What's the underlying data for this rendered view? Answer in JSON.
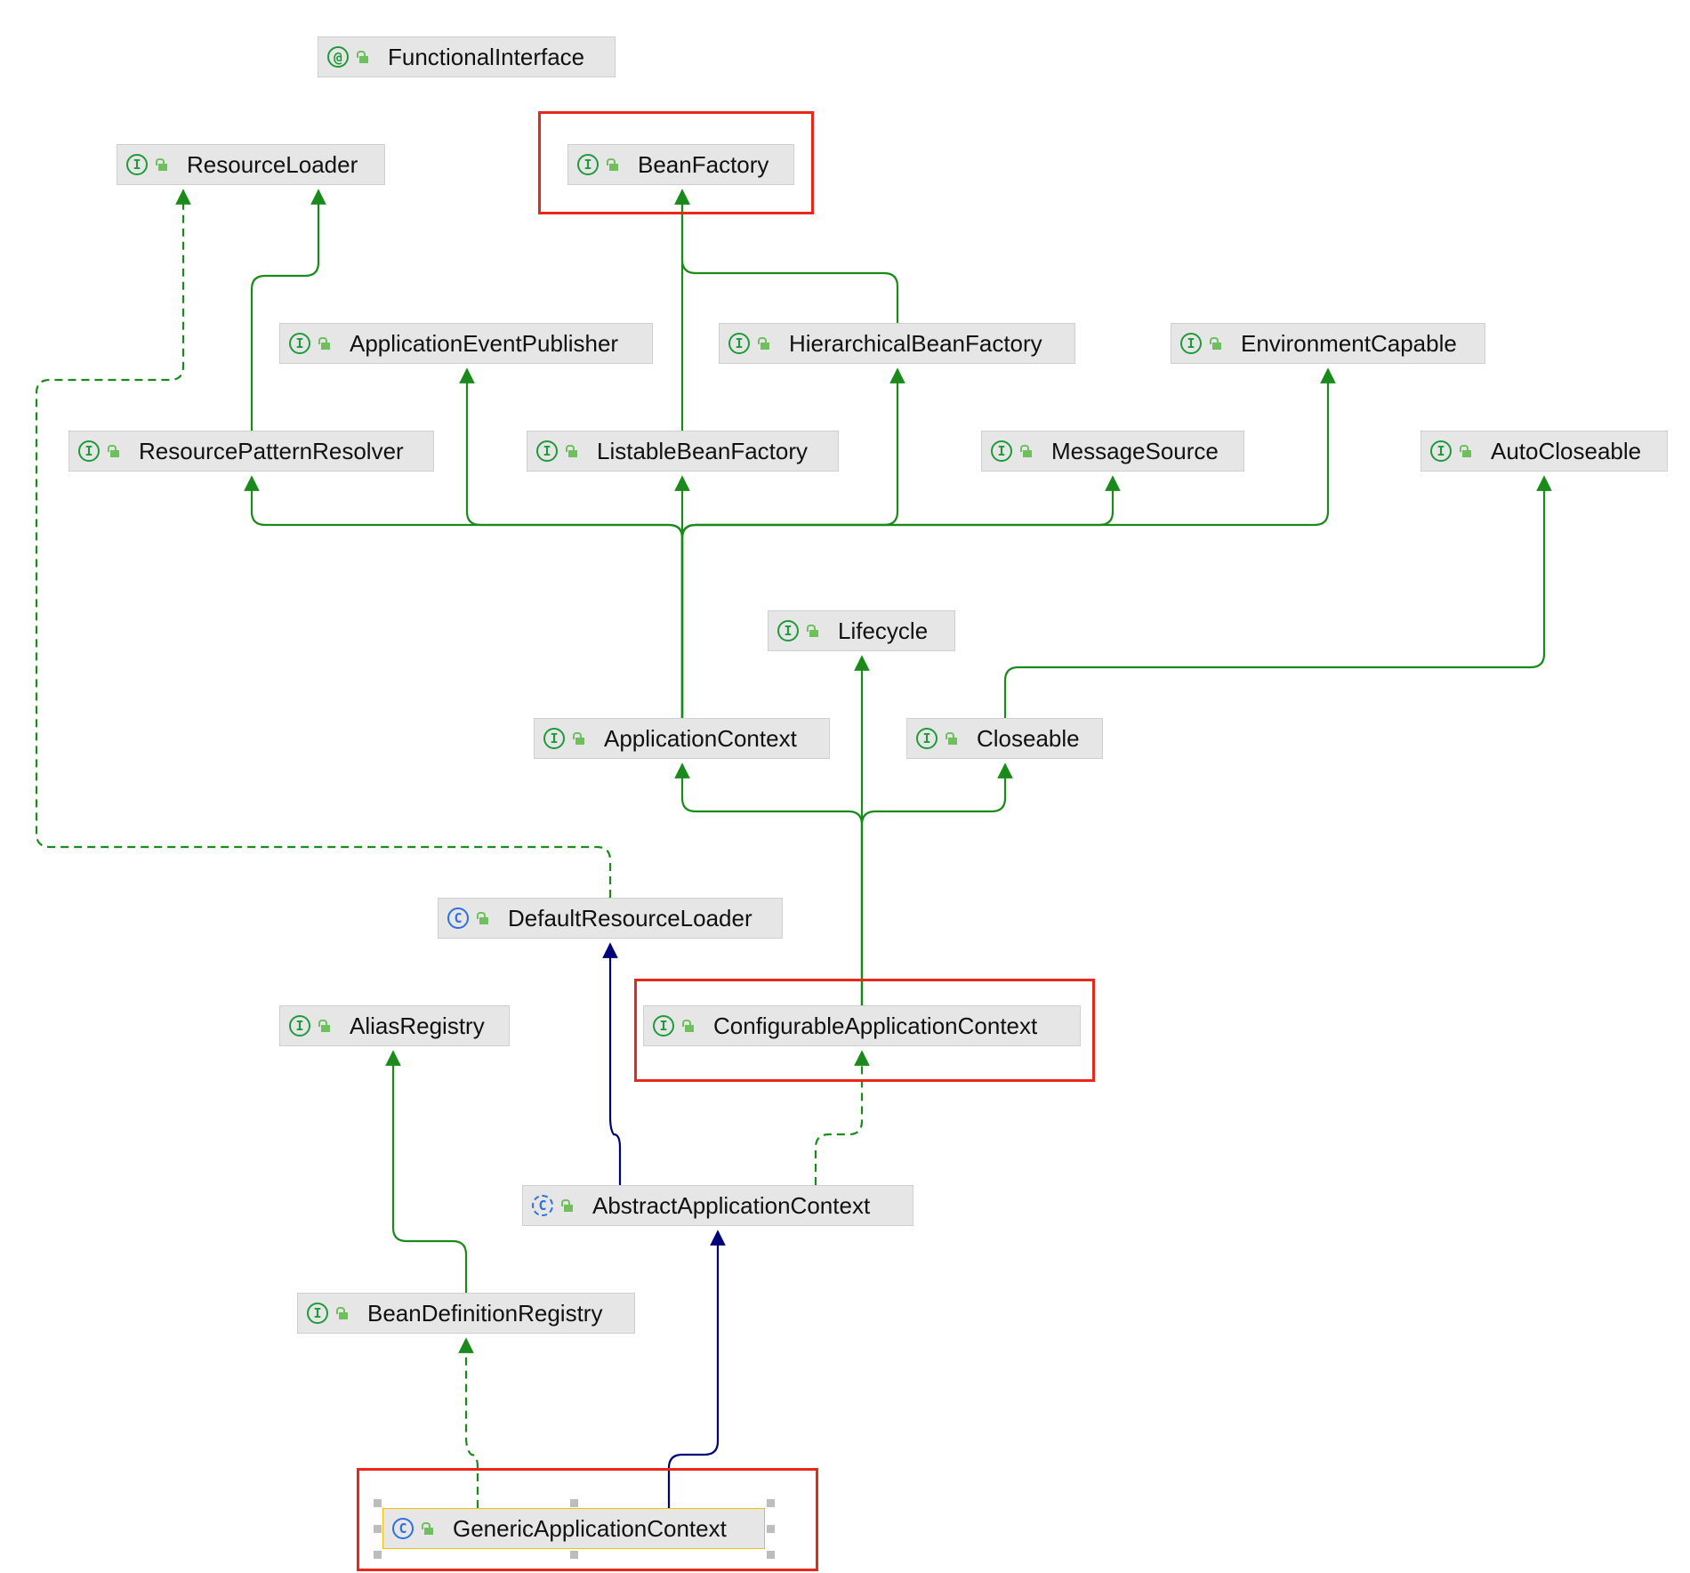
{
  "colors": {
    "extends_interface": "#1a8a1a",
    "implements": "#1a8a1a",
    "extends_class": "#00007a",
    "annotation_link": "#9a8a00",
    "highlight": "#e8281a",
    "node_bg": "#e6e6e6"
  },
  "nodes": [
    {
      "id": "functional",
      "label": "FunctionalInterface",
      "kind": "annotation",
      "icon": "annotation-icon"
    },
    {
      "id": "resourceloader",
      "label": "ResourceLoader",
      "kind": "interface",
      "icon": "interface-icon"
    },
    {
      "id": "beanfactory",
      "label": "BeanFactory",
      "kind": "interface",
      "icon": "interface-icon"
    },
    {
      "id": "appeventpublisher",
      "label": "ApplicationEventPublisher",
      "kind": "interface",
      "icon": "interface-icon"
    },
    {
      "id": "hierbeanfactory",
      "label": "HierarchicalBeanFactory",
      "kind": "interface",
      "icon": "interface-icon"
    },
    {
      "id": "envcapable",
      "label": "EnvironmentCapable",
      "kind": "interface",
      "icon": "interface-icon"
    },
    {
      "id": "respatternresolver",
      "label": "ResourcePatternResolver",
      "kind": "interface",
      "icon": "interface-icon"
    },
    {
      "id": "listablebeanfactory",
      "label": "ListableBeanFactory",
      "kind": "interface",
      "icon": "interface-icon"
    },
    {
      "id": "messagesource",
      "label": "MessageSource",
      "kind": "interface",
      "icon": "interface-icon"
    },
    {
      "id": "autocloseable",
      "label": "AutoCloseable",
      "kind": "interface",
      "icon": "interface-icon"
    },
    {
      "id": "lifecycle",
      "label": "Lifecycle",
      "kind": "interface",
      "icon": "interface-icon"
    },
    {
      "id": "appcontext",
      "label": "ApplicationContext",
      "kind": "interface",
      "icon": "interface-icon"
    },
    {
      "id": "closeable",
      "label": "Closeable",
      "kind": "interface",
      "icon": "interface-icon"
    },
    {
      "id": "defaultresloader",
      "label": "DefaultResourceLoader",
      "kind": "class",
      "icon": "class-icon"
    },
    {
      "id": "aliasregistry",
      "label": "AliasRegistry",
      "kind": "interface",
      "icon": "interface-icon"
    },
    {
      "id": "confappcontext",
      "label": "ConfigurableApplicationContext",
      "kind": "interface",
      "icon": "interface-icon"
    },
    {
      "id": "abstractappcontext",
      "label": "AbstractApplicationContext",
      "kind": "abstract",
      "icon": "abstract-class-icon"
    },
    {
      "id": "beandefregistry",
      "label": "BeanDefinitionRegistry",
      "kind": "interface",
      "icon": "interface-icon"
    },
    {
      "id": "genericappcontext",
      "label": "GenericApplicationContext",
      "kind": "class",
      "icon": "class-icon",
      "selected": true
    }
  ],
  "edges": [
    {
      "from": "functional",
      "to": "appeventpublisher",
      "type": "annotation"
    },
    {
      "from": "respatternresolver",
      "to": "resourceloader",
      "type": "extends_interface"
    },
    {
      "from": "listablebeanfactory",
      "to": "beanfactory",
      "type": "extends_interface"
    },
    {
      "from": "hierbeanfactory",
      "to": "beanfactory",
      "type": "extends_interface"
    },
    {
      "from": "appcontext",
      "to": "respatternresolver",
      "type": "extends_interface"
    },
    {
      "from": "appcontext",
      "to": "appeventpublisher",
      "type": "extends_interface"
    },
    {
      "from": "appcontext",
      "to": "listablebeanfactory",
      "type": "extends_interface"
    },
    {
      "from": "appcontext",
      "to": "hierbeanfactory",
      "type": "extends_interface"
    },
    {
      "from": "appcontext",
      "to": "messagesource",
      "type": "extends_interface"
    },
    {
      "from": "appcontext",
      "to": "envcapable",
      "type": "extends_interface"
    },
    {
      "from": "closeable",
      "to": "autocloseable",
      "type": "extends_interface"
    },
    {
      "from": "confappcontext",
      "to": "appcontext",
      "type": "extends_interface"
    },
    {
      "from": "confappcontext",
      "to": "lifecycle",
      "type": "extends_interface"
    },
    {
      "from": "confappcontext",
      "to": "closeable",
      "type": "extends_interface"
    },
    {
      "from": "defaultresloader",
      "to": "resourceloader",
      "type": "implements"
    },
    {
      "from": "abstractappcontext",
      "to": "defaultresloader",
      "type": "extends_class"
    },
    {
      "from": "abstractappcontext",
      "to": "confappcontext",
      "type": "implements"
    },
    {
      "from": "beandefregistry",
      "to": "aliasregistry",
      "type": "extends_interface"
    },
    {
      "from": "genericappcontext",
      "to": "beandefregistry",
      "type": "implements"
    },
    {
      "from": "genericappcontext",
      "to": "abstractappcontext",
      "type": "extends_class"
    }
  ],
  "highlighted": [
    "beanfactory",
    "confappcontext",
    "genericappcontext"
  ]
}
